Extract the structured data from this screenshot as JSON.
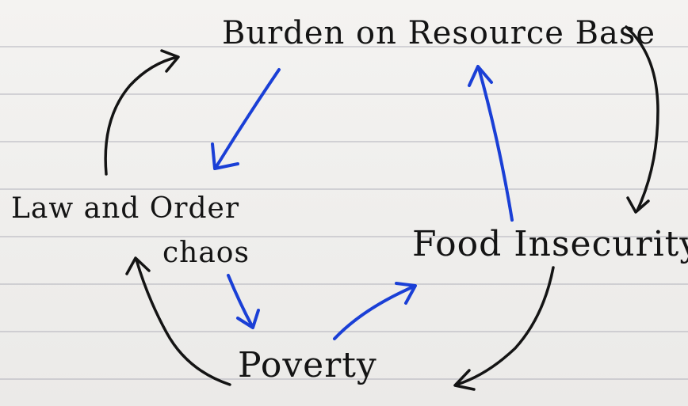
{
  "nodes": {
    "burden": "Burden on Resource Base",
    "law": "Law and Order",
    "chaos": "chaos",
    "food": "Food Insecurity",
    "poverty": "Poverty"
  },
  "edges": [
    {
      "from": "burden",
      "to": "law_order_chaos",
      "color": "#1a3fd6"
    },
    {
      "from": "law_order_chaos",
      "to": "poverty",
      "color": "#1a3fd6"
    },
    {
      "from": "poverty",
      "to": "food",
      "color": "#1a3fd6"
    },
    {
      "from": "food",
      "to": "burden",
      "color": "#1a3fd6"
    },
    {
      "from": "burden",
      "to": "food",
      "color": "#141414"
    },
    {
      "from": "food",
      "to": "poverty",
      "color": "#141414"
    },
    {
      "from": "poverty",
      "to": "law_order_chaos",
      "color": "#141414"
    },
    {
      "from": "law_order_chaos",
      "to": "burden",
      "color": "#141414"
    }
  ],
  "colors": {
    "ink_black": "#141414",
    "ink_blue": "#1a3fd6",
    "paper": "#f1f0ee",
    "rule_line": "#9696a5"
  }
}
